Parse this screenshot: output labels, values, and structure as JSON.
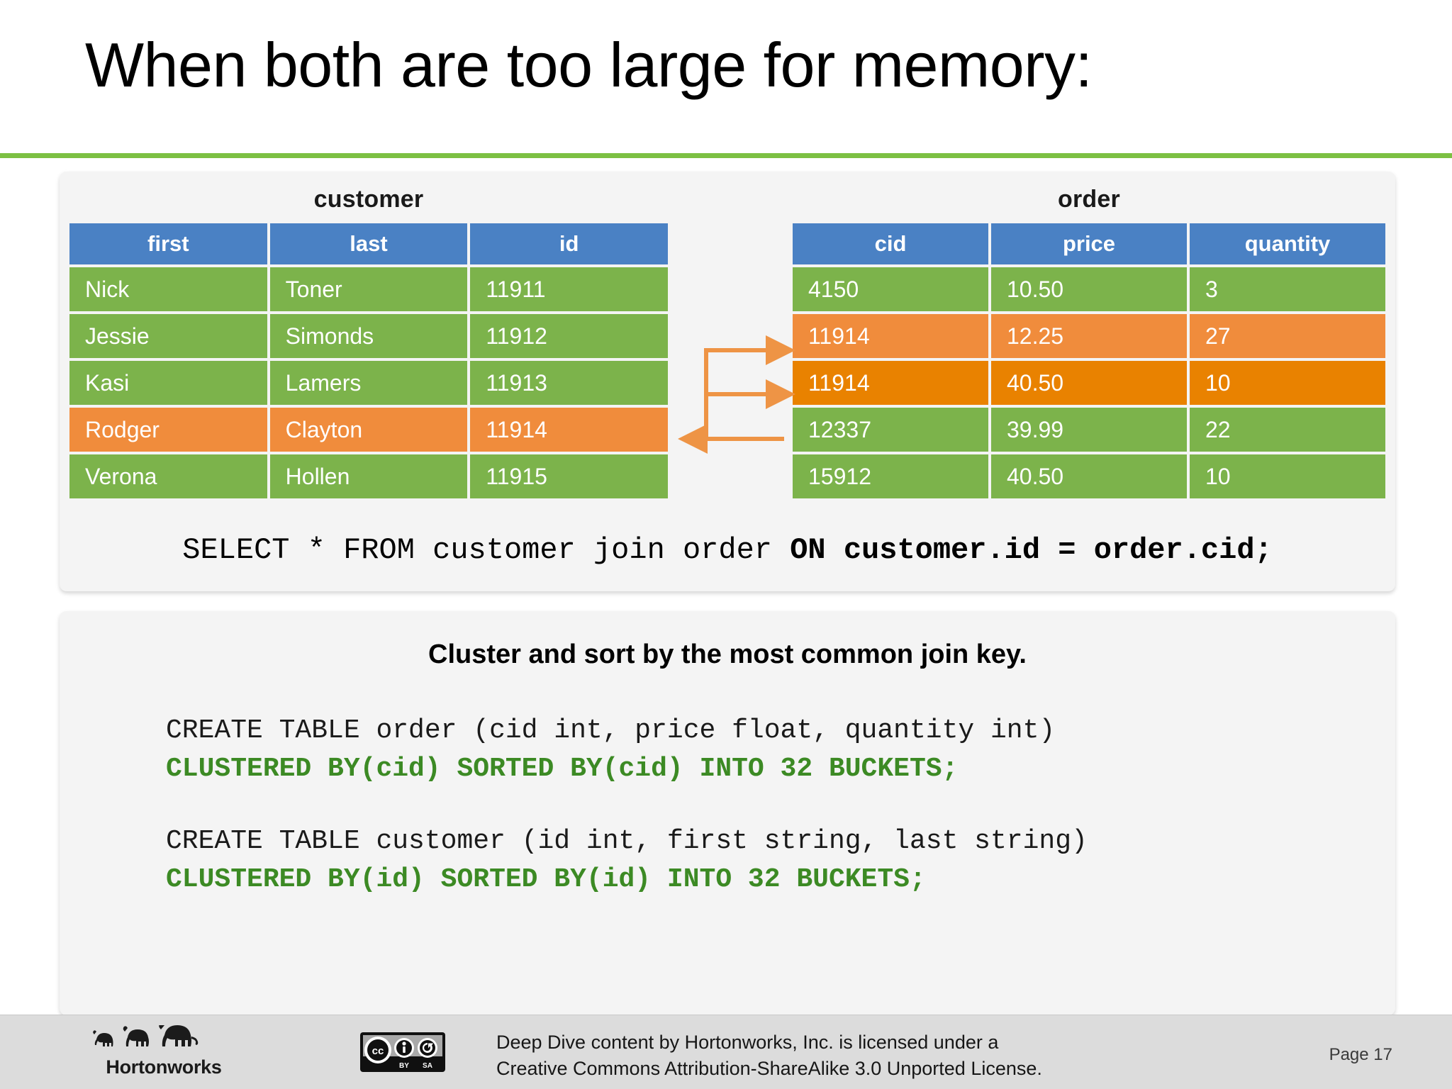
{
  "slide": {
    "title": "When both are too large for memory:",
    "accent_green": "#7CC043",
    "header_blue": "#4A81C4",
    "row_green": "#7CB34B",
    "row_orange": "#F08C3C",
    "row_orange_dark": "#E98200",
    "code_green": "#3C8A24"
  },
  "customer_table": {
    "caption": "customer",
    "columns": [
      "first",
      "last",
      "id"
    ],
    "rows": [
      {
        "cells": [
          "Nick",
          "Toner",
          "11911"
        ],
        "highlight": "none"
      },
      {
        "cells": [
          "Jessie",
          "Simonds",
          "11912"
        ],
        "highlight": "none"
      },
      {
        "cells": [
          "Kasi",
          "Lamers",
          "11913"
        ],
        "highlight": "none"
      },
      {
        "cells": [
          "Rodger",
          "Clayton",
          "11914"
        ],
        "highlight": "orange"
      },
      {
        "cells": [
          "Verona",
          "Hollen",
          "11915"
        ],
        "highlight": "none"
      }
    ]
  },
  "order_table": {
    "caption": "order",
    "columns": [
      "cid",
      "price",
      "quantity"
    ],
    "rows": [
      {
        "cells": [
          "4150",
          "10.50",
          "3"
        ],
        "highlight": "none"
      },
      {
        "cells": [
          "11914",
          "12.25",
          "27"
        ],
        "highlight": "orange"
      },
      {
        "cells": [
          "11914",
          "40.50",
          "10"
        ],
        "highlight": "orange-dark"
      },
      {
        "cells": [
          "12337",
          "39.99",
          "22"
        ],
        "highlight": "none"
      },
      {
        "cells": [
          "15912",
          "40.50",
          "10"
        ],
        "highlight": "none"
      }
    ]
  },
  "sql": {
    "normal_part": "SELECT * FROM customer join order ",
    "bold_part": "ON customer.id = order.cid;"
  },
  "cluster_section": {
    "heading": "Cluster and sort by the most common join key.",
    "order_code": {
      "line1": "CREATE TABLE order (cid int, price float, quantity int)",
      "line2": "CLUSTERED BY(cid) SORTED BY(cid) INTO 32 BUCKETS;"
    },
    "customer_code": {
      "line1": "CREATE TABLE customer (id int, first string, last string)",
      "line2": "CLUSTERED BY(id) SORTED BY(id) INTO 32 BUCKETS;"
    }
  },
  "footer": {
    "logo_text": "Hortonworks",
    "cc_label_by": "BY",
    "cc_label_sa": "SA",
    "license_line1": "Deep Dive content by Hortonworks, Inc. is licensed under a",
    "license_line2": "Creative Commons Attribution-ShareAlike 3.0 Unported License.",
    "page_number": "Page 17"
  }
}
